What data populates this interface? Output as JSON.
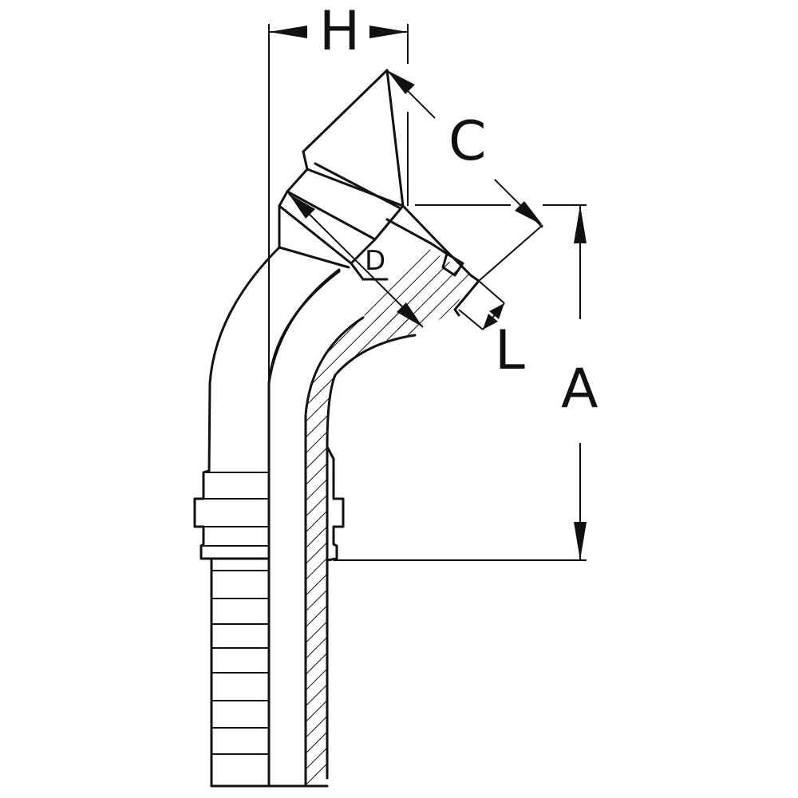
{
  "labels": {
    "H": "H",
    "C": "C",
    "D": "D",
    "L": "L",
    "A": "A"
  },
  "colors": {
    "line": "#111111",
    "background": "#ffffff"
  }
}
